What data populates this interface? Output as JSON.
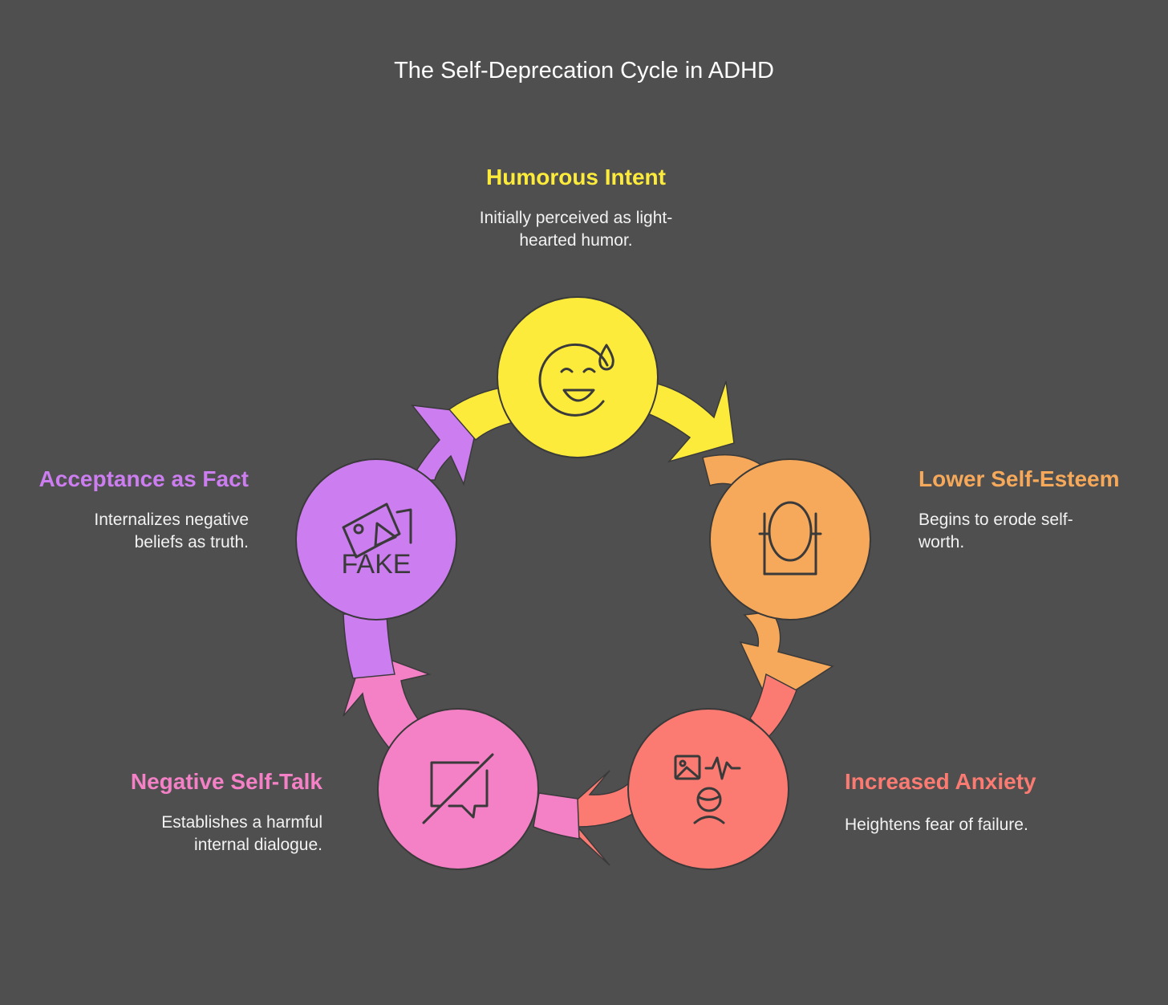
{
  "title": "The Self-Deprecation Cycle in ADHD",
  "colors": {
    "background": "#4f4f4f",
    "yellow": "#fdeb3c",
    "orange": "#f6a95a",
    "salmon": "#fb7b72",
    "pink": "#f480c6",
    "purple": "#cc7ef0",
    "outline": "#3a3a3a"
  },
  "stages": [
    {
      "title": "Humorous Intent",
      "description": "Initially perceived as light-hearted humor.",
      "desc_lines": [
        "Initially perceived as light-",
        "hearted humor."
      ],
      "icon": "laughing-sweat-face-icon",
      "color": "#fdeb3c"
    },
    {
      "title": "Lower Self-Esteem",
      "description": "Begins to erode self-worth.",
      "desc_lines": [
        "Begins to erode self-",
        "worth."
      ],
      "icon": "mirror-icon",
      "color": "#f6a95a"
    },
    {
      "title": "Increased Anxiety",
      "description": "Heightens fear of failure.",
      "desc_lines": [
        "Heightens fear of failure."
      ],
      "icon": "anxious-person-pulse-icon",
      "color": "#fb7b72"
    },
    {
      "title": "Negative Self-Talk",
      "description": "Establishes a harmful internal dialogue.",
      "desc_lines": [
        "Establishes a harmful",
        "internal dialogue."
      ],
      "icon": "muted-speech-bubble-icon",
      "color": "#f480c6"
    },
    {
      "title": "Acceptance as Fact",
      "description": "Internalizes negative beliefs as truth.",
      "desc_lines": [
        "Internalizes negative",
        "beliefs as truth."
      ],
      "icon": "fake-image-icon",
      "color": "#cc7ef0",
      "icon_text": "FAKE"
    }
  ]
}
